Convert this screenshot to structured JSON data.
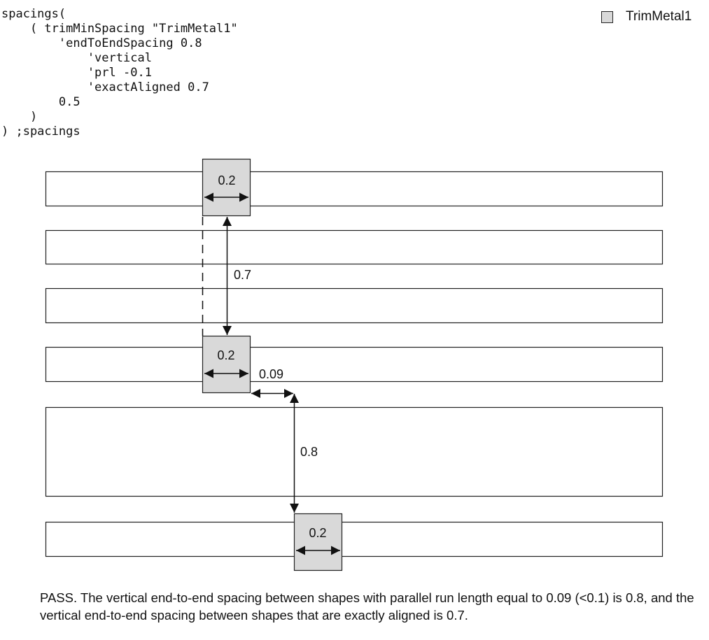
{
  "code": {
    "lines": [
      "spacings(",
      "    ( trimMinSpacing \"TrimMetal1\"",
      "        'endToEndSpacing 0.8",
      "            'vertical",
      "            'prl -0.1",
      "            'exactAligned 0.7",
      "        0.5",
      "    )",
      ") ;spacings"
    ]
  },
  "legend": {
    "label": "TrimMetal1",
    "swatch_color": "#d9d9d9"
  },
  "diagram": {
    "trim_widths": [
      "0.2",
      "0.2",
      "0.2"
    ],
    "dimensions": {
      "exact_aligned_spacing": "0.7",
      "prl": "0.09",
      "end_to_end_spacing": "0.8"
    },
    "colors": {
      "trim_fill": "#d9d9d9",
      "wire_fill": "#ffffff",
      "stroke": "#222222"
    }
  },
  "caption": "PASS. The vertical end-to-end spacing between shapes with parallel run length equal to 0.09 (<0.1) is 0.8, and the vertical end-to-end spacing between shapes that are exactly aligned is 0.7."
}
